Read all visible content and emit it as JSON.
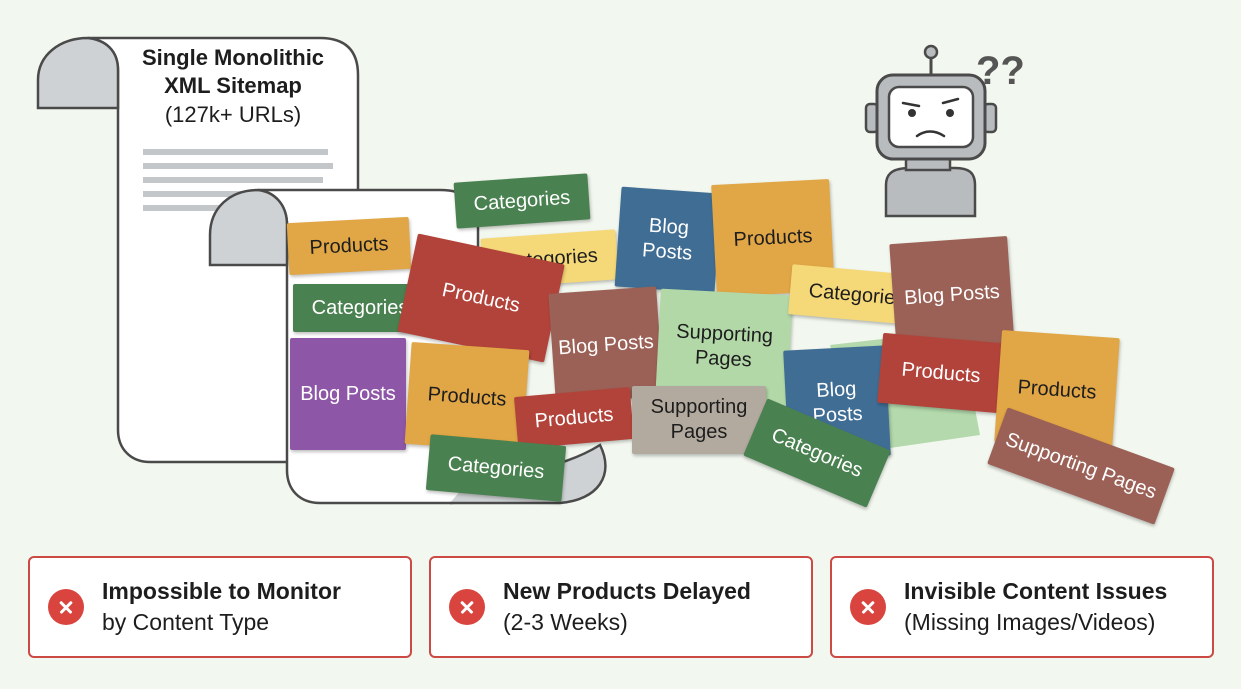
{
  "sitemap": {
    "title_line1": "Single Monolithic",
    "title_line2": "XML Sitemap",
    "subtitle": "(127k+ URLs)"
  },
  "robot": {
    "question_marks": "??"
  },
  "tags": [
    {
      "label": "Categories",
      "color": "#4a8150"
    },
    {
      "label": "Products",
      "color": "#e1a645"
    },
    {
      "label": "Categories",
      "color": "#f5d878"
    },
    {
      "label": "Blog Posts",
      "color": "#3f6d94"
    },
    {
      "label": "Products",
      "color": "#e1a645"
    },
    {
      "label": "Categories",
      "color": "#4a8150"
    },
    {
      "label": "Products",
      "color": "#b2433a"
    },
    {
      "label": "Blog Posts",
      "color": "#9b6157"
    },
    {
      "label": "Supporting Pages",
      "color": "#b2d8a8"
    },
    {
      "label": "Categories",
      "color": "#f5d878"
    },
    {
      "label": "Blog Posts",
      "color": "#9b6157"
    },
    {
      "label": "Blog Posts",
      "color": "#8d56a6"
    },
    {
      "label": "Products",
      "color": "#e1a645"
    },
    {
      "label": "Products",
      "color": "#b2433a"
    },
    {
      "label": "Supporting Pages",
      "color": "#b3aa9f"
    },
    {
      "label": "Blog Posts",
      "color": "#3f6d94"
    },
    {
      "label": "Products",
      "color": "#b2433a"
    },
    {
      "label": "Products",
      "color": "#e1a645"
    },
    {
      "label": "Categories",
      "color": "#4a8150"
    },
    {
      "label": "Categories",
      "color": "#4a8150"
    },
    {
      "label": "Supporting Pages",
      "color": "#9b6157"
    }
  ],
  "issues": [
    {
      "heading": "Impossible to Monitor",
      "detail": "by Content Type"
    },
    {
      "heading": "New Products Delayed",
      "detail": "(2-3 Weeks)"
    },
    {
      "heading": "Invisible Content Issues",
      "detail": "(Missing Images/Videos)"
    }
  ],
  "colors": {
    "background": "#f2f7ef",
    "card_border": "#cc4a44",
    "error_icon": "#d9443e",
    "robot_body": "#b9bcbe"
  }
}
